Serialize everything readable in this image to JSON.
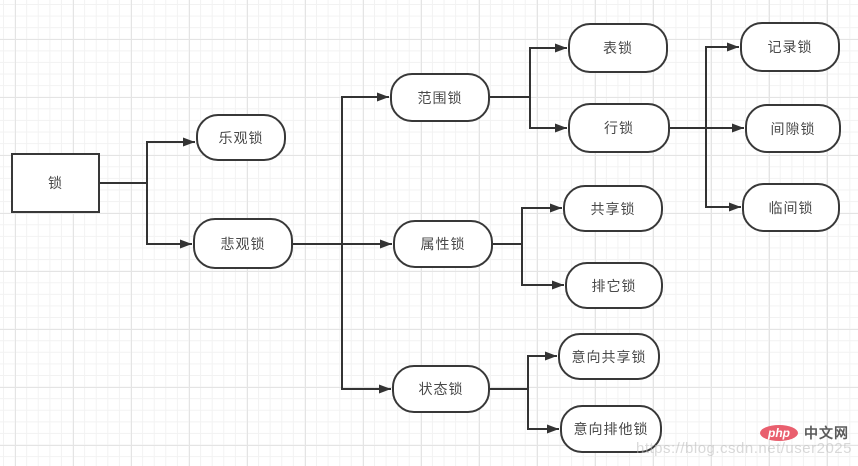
{
  "diagram": {
    "title_implicit": "锁的分类",
    "stroke_color": "#333333",
    "nodes": {
      "lock": {
        "label": "锁",
        "shape": "rectangle"
      },
      "optimistic": {
        "label": "乐观锁",
        "shape": "stadium"
      },
      "pessimistic": {
        "label": "悲观锁",
        "shape": "stadium"
      },
      "range": {
        "label": "范围锁",
        "shape": "stadium"
      },
      "attribute": {
        "label": "属性锁",
        "shape": "stadium"
      },
      "state": {
        "label": "状态锁",
        "shape": "stadium"
      },
      "table": {
        "label": "表锁",
        "shape": "stadium"
      },
      "row": {
        "label": "行锁",
        "shape": "stadium"
      },
      "shared": {
        "label": "共享锁",
        "shape": "stadium"
      },
      "exclusive": {
        "label": "排它锁",
        "shape": "stadium"
      },
      "intent_shared": {
        "label": "意向共享锁",
        "shape": "stadium"
      },
      "intent_exclusive": {
        "label": "意向排他锁",
        "shape": "stadium"
      },
      "record": {
        "label": "记录锁",
        "shape": "stadium"
      },
      "gap": {
        "label": "间隙锁",
        "shape": "stadium"
      },
      "next_key": {
        "label": "临间锁",
        "shape": "stadium"
      }
    },
    "edges": [
      {
        "from": "lock",
        "to": "optimistic"
      },
      {
        "from": "lock",
        "to": "pessimistic"
      },
      {
        "from": "pessimistic",
        "to": "range"
      },
      {
        "from": "pessimistic",
        "to": "attribute"
      },
      {
        "from": "pessimistic",
        "to": "state"
      },
      {
        "from": "range",
        "to": "table"
      },
      {
        "from": "range",
        "to": "row"
      },
      {
        "from": "row",
        "to": "record"
      },
      {
        "from": "row",
        "to": "gap"
      },
      {
        "from": "row",
        "to": "next_key"
      },
      {
        "from": "attribute",
        "to": "shared"
      },
      {
        "from": "attribute",
        "to": "exclusive"
      },
      {
        "from": "state",
        "to": "intent_shared"
      },
      {
        "from": "state",
        "to": "intent_exclusive"
      }
    ]
  },
  "watermark": {
    "text": "https://blog.csdn.net/user2025",
    "color": "#d6d6d6"
  },
  "logo": {
    "badge_text": "php",
    "site_text": "中文网",
    "badge_color": "#e95f6e"
  }
}
